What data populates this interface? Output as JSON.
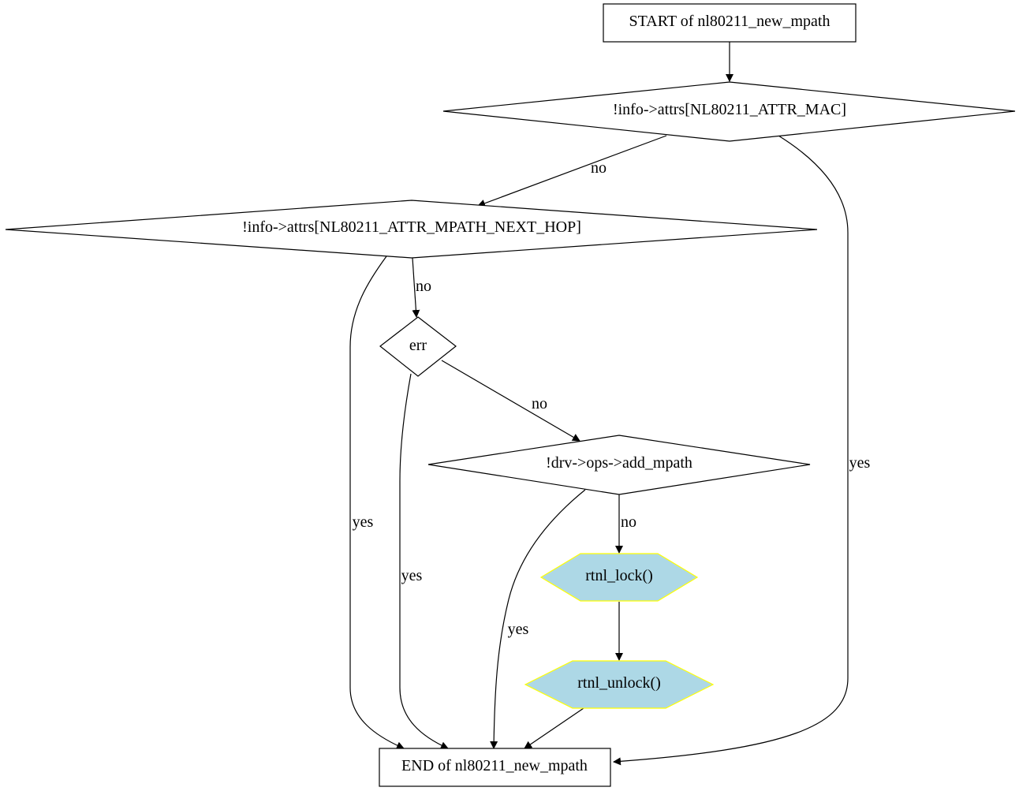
{
  "nodes": {
    "start": "START of nl80211_new_mpath",
    "cond_mac": "!info->attrs[NL80211_ATTR_MAC]",
    "cond_next_hop": "!info->attrs[NL80211_ATTR_MPATH_NEXT_HOP]",
    "cond_err": "err",
    "cond_add_mpath": "!drv->ops->add_mpath",
    "rtnl_lock": "rtnl_lock()",
    "rtnl_unlock": "rtnl_unlock()",
    "end": "END of nl80211_new_mpath"
  },
  "edges": {
    "mac_no": "no",
    "mac_yes": "yes",
    "next_hop_no": "no",
    "next_hop_yes": "yes",
    "err_no": "no",
    "err_yes": "yes",
    "add_mpath_no": "no",
    "add_mpath_yes": "yes"
  },
  "colors": {
    "action_fill": "#add8e6",
    "action_stroke": "#ffff00",
    "line": "#000000"
  }
}
